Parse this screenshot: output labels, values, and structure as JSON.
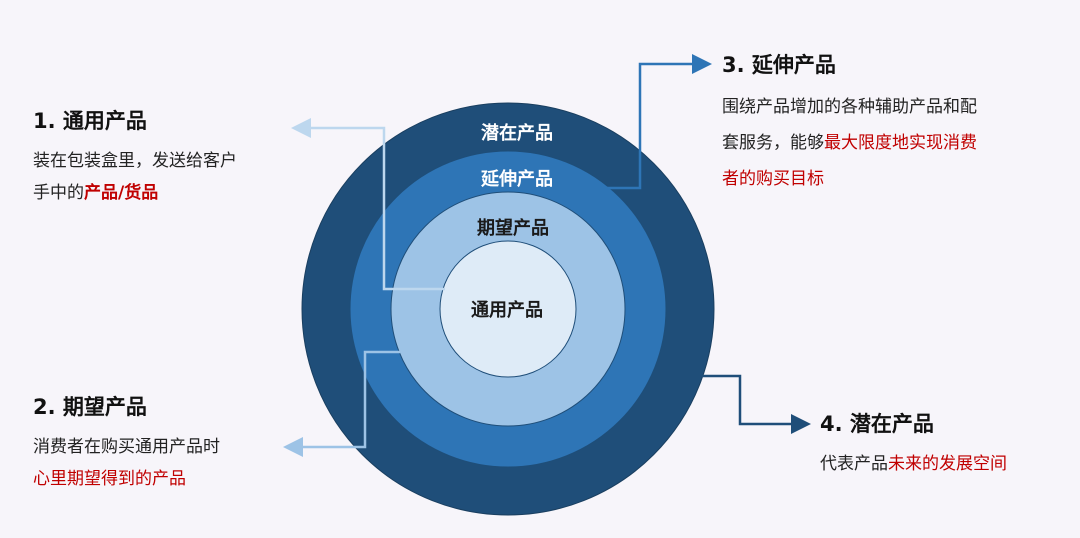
{
  "colors": {
    "ring_outer": "#1f4e79",
    "ring_second": "#2e75b6",
    "ring_third": "#9dc3e6",
    "ring_core": "#deebf7",
    "connector_light": "#bdd7ee",
    "connector_dark": "#2e75b6",
    "connector_navy": "#1f4e79",
    "highlight": "#c00000"
  },
  "rings": {
    "outer": "潜在产品",
    "second": "延伸产品",
    "third": "期望产品",
    "core": "通用产品"
  },
  "blocks": {
    "generic": {
      "head": "1. 通用产品",
      "line1": "装在包装盒里，发送给客户",
      "line2_plain": "手中的",
      "line2_hl": "产品/货品"
    },
    "expected": {
      "head": "2. 期望产品",
      "line1": "消费者在购买通用产品时",
      "line2_hl": "心里期望得到的产品"
    },
    "extended": {
      "head": "3. 延伸产品",
      "line1": "围绕产品增加的各种辅助产品和配",
      "line2_plain": "套服务，能够",
      "line2_hl": "最大限度地实现消费",
      "line3_hl": "者的购买目标"
    },
    "potential": {
      "head": "4. 潜在产品",
      "line1_plain": "代表产品",
      "line1_hl": "未来的发展空间"
    }
  }
}
